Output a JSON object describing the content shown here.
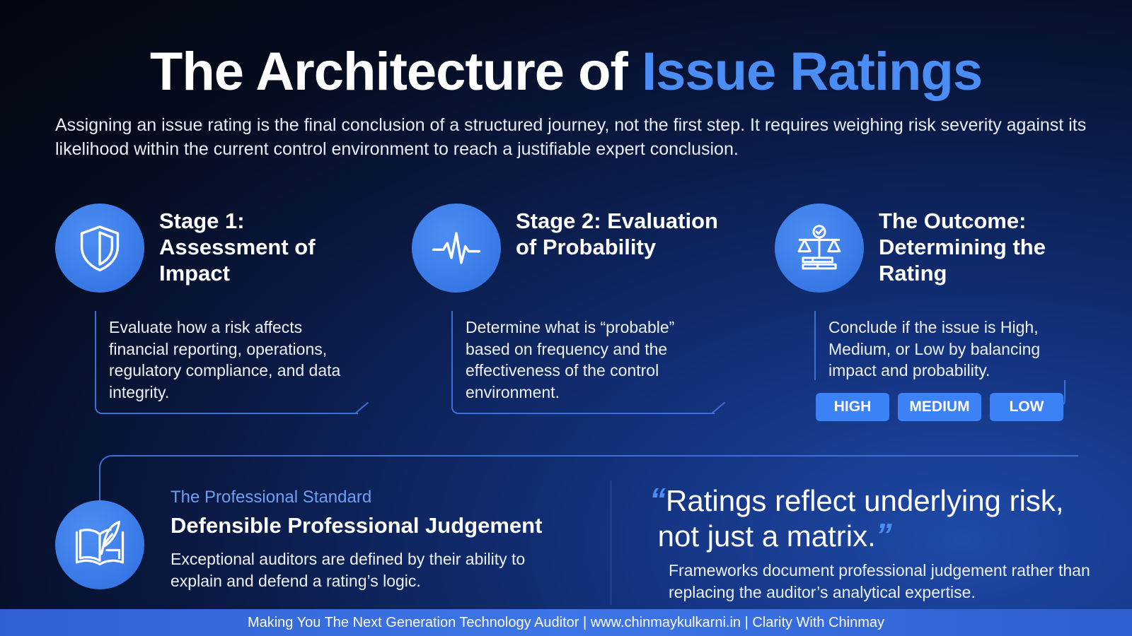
{
  "header": {
    "title_main": "The Architecture of ",
    "title_accent": "Issue Ratings",
    "intro": "Assigning an issue rating is the final conclusion of a structured journey, not the first step. It requires weighing risk severity against its likelihood within the current control environment to reach a justifiable expert conclusion."
  },
  "stages": [
    {
      "icon": "shield-icon",
      "title": "Stage 1: Assessment of Impact",
      "body": "Evaluate how a risk affects financial reporting, operations, regulatory compliance, and data integrity."
    },
    {
      "icon": "heartbeat-icon",
      "title": "Stage 2: Evaluation of Probability",
      "body": "Determine what is “probable” based on frequency and the effectiveness of the control environment."
    },
    {
      "icon": "scales-icon",
      "title": "The Outcome: Determining the Rating",
      "body": "Conclude if the issue is High, Medium, or Low by balancing impact and probability."
    }
  ],
  "badges": [
    "HIGH",
    "MEDIUM",
    "LOW"
  ],
  "standard": {
    "icon": "book-quill-icon",
    "kicker": "The Professional Standard",
    "title": "Defensible Professional Judgement",
    "body": "Exceptional auditors are defined by their ability to explain and defend a rating’s logic."
  },
  "quote": {
    "open_mark": "“",
    "line1": "Ratings reflect underlying risk,",
    "line2": "not just a matrix.",
    "close_mark": "”",
    "sub": "Frameworks document professional judgement rather than replacing the auditor’s analytical expertise."
  },
  "footer": {
    "text": "Making You The Next Generation Technology Auditor | www.chinmaykulkarni.in | Clarity With Chinmay"
  },
  "colors": {
    "accent": "#4a8ef5",
    "badge": "#3b82f6",
    "line": "#3f6fd4",
    "footer": "#3d76e8"
  }
}
